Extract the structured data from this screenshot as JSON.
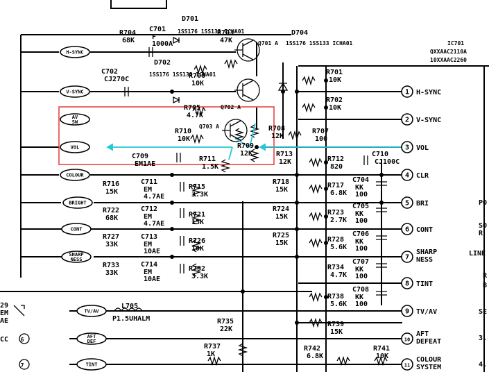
{
  "ic": {
    "ref": "IC701",
    "part": "QXXAAC2110A",
    "alt_part": "10XXAAC2260",
    "pins": [
      {
        "num": "1",
        "name": "H-SYNC"
      },
      {
        "num": "2",
        "name": "V-SYNC"
      },
      {
        "num": "3",
        "name": "VOL"
      },
      {
        "num": "4",
        "name": "CLR"
      },
      {
        "num": "5",
        "name": "BRI"
      },
      {
        "num": "6",
        "name": "CONT"
      },
      {
        "num": "7",
        "name": "SHARP NESS"
      },
      {
        "num": "8",
        "name": "TINT"
      },
      {
        "num": "9",
        "name": "TV/AV"
      },
      {
        "num": "10",
        "name": "AFT DEFEAT"
      },
      {
        "num": "11",
        "name": "COLOUR SYSTEM"
      }
    ]
  },
  "tags": [
    "H-SYNC",
    "V-SYNC",
    "AV SW",
    "VOL",
    "COLOUR",
    "BRIGHT",
    "CONT",
    "SHARP NESS",
    "TV/AV",
    "AFT DEF",
    "TINT"
  ],
  "transistors": [
    "Q701 A",
    "Q702 A",
    "Q703 A"
  ],
  "diodes": [
    {
      "ref": "D701",
      "part": "1SS176 1SS133 ICHA01"
    },
    {
      "ref": "D702",
      "part": "1SS176 1SS133 ICHA01"
    },
    {
      "ref": "D704",
      "part": "1SS176 1SS133 ICHA01"
    }
  ],
  "resistors": [
    {
      "ref": "R704",
      "val": "68K"
    },
    {
      "ref": "R703",
      "val": "47K"
    },
    {
      "ref": "R706",
      "val": "10K"
    },
    {
      "ref": "R705",
      "val": "4.7K"
    },
    {
      "ref": "R710",
      "val": "10K"
    },
    {
      "ref": "R708",
      "val": "12K"
    },
    {
      "ref": "R709",
      "val": "12K"
    },
    {
      "ref": "R711",
      "val": "1.5K"
    },
    {
      "ref": "R713",
      "val": "12K"
    },
    {
      "ref": "R701",
      "val": "10K"
    },
    {
      "ref": "R702",
      "val": "10K"
    },
    {
      "ref": "R707",
      "val": "100"
    },
    {
      "ref": "R712",
      "val": "820"
    },
    {
      "ref": "R716",
      "val": "15K"
    },
    {
      "ref": "R715",
      "val": "3.3K"
    },
    {
      "ref": "R718",
      "val": "15K"
    },
    {
      "ref": "R717",
      "val": "6.8K"
    },
    {
      "ref": "R722",
      "val": "68K"
    },
    {
      "ref": "R721",
      "val": "15K"
    },
    {
      "ref": "R724",
      "val": "15K"
    },
    {
      "ref": "R723",
      "val": "2.7K"
    },
    {
      "ref": "R727",
      "val": "33K"
    },
    {
      "ref": "R726",
      "val": "10K"
    },
    {
      "ref": "R725",
      "val": "15K"
    },
    {
      "ref": "R728",
      "val": "5.6K"
    },
    {
      "ref": "R733",
      "val": "33K"
    },
    {
      "ref": "R732",
      "val": "3.3K"
    },
    {
      "ref": "R734",
      "val": "4.7K"
    },
    {
      "ref": "R738",
      "val": "5.6K"
    },
    {
      "ref": "R739",
      "val": "15K"
    },
    {
      "ref": "R735",
      "val": "22K"
    },
    {
      "ref": "R737",
      "val": "1K"
    },
    {
      "ref": "R742",
      "val": "6.8K"
    },
    {
      "ref": "R741",
      "val": "10K"
    }
  ],
  "capacitors": [
    {
      "ref": "C701",
      "val": "F 1000A"
    },
    {
      "ref": "C702",
      "val": "CJ270C"
    },
    {
      "ref": "C709",
      "val": "EM1AE"
    },
    {
      "ref": "C710",
      "val": "CJ100C"
    },
    {
      "ref": "C711",
      "val": "EM 4.7AE"
    },
    {
      "ref": "C712",
      "val": "EM 4.7AE"
    },
    {
      "ref": "C713",
      "val": "EM 10AE"
    },
    {
      "ref": "C714",
      "val": "EM 10AE"
    },
    {
      "ref": "C704",
      "val": "KK 100"
    },
    {
      "ref": "C705",
      "val": "KK 100"
    },
    {
      "ref": "C706",
      "val": "KK 100"
    },
    {
      "ref": "C707",
      "val": "KK 100"
    },
    {
      "ref": "C708",
      "val": "KK 100"
    }
  ],
  "coil": {
    "ref": "L705",
    "val": "P1.5UHALM"
  },
  "left_edge": [
    "29",
    "EM",
    "AE",
    "CC",
    "6",
    "7"
  ],
  "right_edge": [
    "PO",
    "SO",
    "R",
    "LINE",
    "R",
    "B",
    "SE",
    "3.",
    "4."
  ],
  "highlight_color": "#e53935",
  "arrow_color": "#26c6da"
}
